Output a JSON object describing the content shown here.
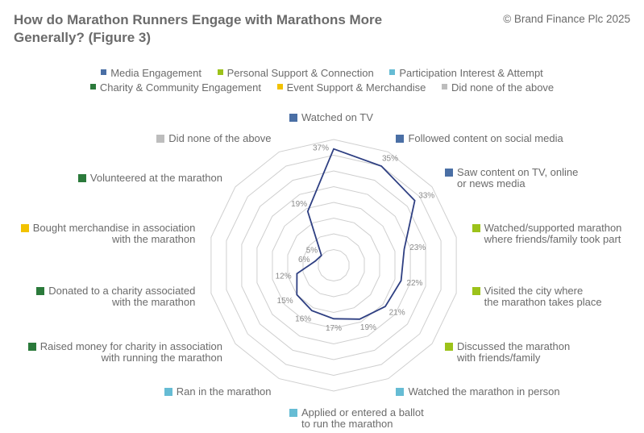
{
  "header": {
    "title": "How do Marathon Runners Engage with Marathons More Generally? (Figure 3)",
    "copyright": "© Brand Finance Plc 2025"
  },
  "colors": {
    "media": "#4a6fa5",
    "personal": "#9cc21a",
    "participation": "#66bcd4",
    "charity": "#2b7a3b",
    "event": "#f2c200",
    "none": "#bdbdbd",
    "series_line": "#2e3f82",
    "grid": "#cfcfcf",
    "text": "#6b6b6b"
  },
  "chart_data": {
    "type": "radar",
    "title": "How do Marathon Runners Engage with Marathons More Generally? (Figure 3)",
    "rlim": [
      0,
      40
    ],
    "ring_step": 5,
    "grid": true,
    "legend_placement": "top",
    "legend": [
      {
        "key": "media",
        "label": "Media Engagement"
      },
      {
        "key": "personal",
        "label": "Personal Support & Connection"
      },
      {
        "key": "participation",
        "label": "Participation Interest & Attempt"
      },
      {
        "key": "charity",
        "label": "Charity & Community Engagement"
      },
      {
        "key": "event",
        "label": "Event Support & Merchandise"
      },
      {
        "key": "none",
        "label": "Did none of the above"
      }
    ],
    "categories": [
      {
        "label": "Watched on TV",
        "group": "media",
        "value": 37,
        "value_label": "37%"
      },
      {
        "label": "Followed content on social media",
        "group": "media",
        "value": 35,
        "value_label": "35%"
      },
      {
        "label": "Saw content on TV, online\nor news media",
        "group": "media",
        "value": 33,
        "value_label": "33%"
      },
      {
        "label": "Watched/supported marathon\nwhere friends/family took part",
        "group": "personal",
        "value": 23,
        "value_label": "23%"
      },
      {
        "label": "Visited the city where\nthe marathon takes place",
        "group": "personal",
        "value": 22,
        "value_label": "22%"
      },
      {
        "label": "Discussed the marathon\nwith friends/family",
        "group": "personal",
        "value": 21,
        "value_label": "21%"
      },
      {
        "label": "Watched the marathon in person",
        "group": "participation",
        "value": 19,
        "value_label": "19%"
      },
      {
        "label": "Applied or entered a ballot\nto run the marathon",
        "group": "participation",
        "value": 17,
        "value_label": "17%"
      },
      {
        "label": "Ran in the marathon",
        "group": "participation",
        "value": 16,
        "value_label": "16%"
      },
      {
        "label": "Raised money for charity in association\nwith running the marathon",
        "group": "charity",
        "value": 15,
        "value_label": "15%"
      },
      {
        "label": "Donated to a charity associated\nwith the marathon",
        "group": "charity",
        "value": 12,
        "value_label": "12%"
      },
      {
        "label": "Bought merchandise in association\nwith the marathon",
        "group": "event",
        "value": 6,
        "value_label": "6%"
      },
      {
        "label": "Volunteered at the marathon",
        "group": "charity",
        "value": 5,
        "value_label": "5%"
      },
      {
        "label": "Did none of the above",
        "group": "none",
        "value": 19,
        "value_label": "19%"
      }
    ]
  }
}
